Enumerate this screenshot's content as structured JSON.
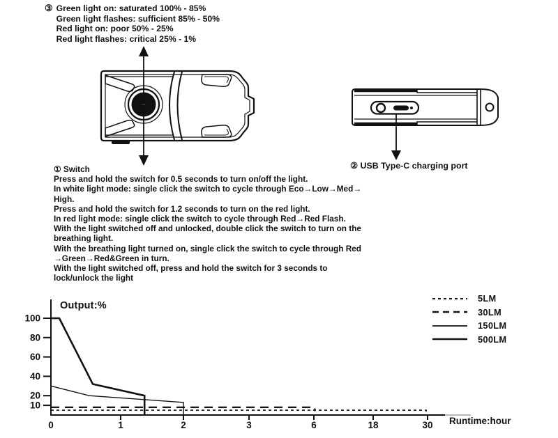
{
  "ink_color": "#111111",
  "background_color": "#ffffff",
  "battery_note": {
    "number": "③",
    "lines": [
      "Green light on: saturated 100% - 85%",
      "Green light flashes: sufficient 85% - 50%",
      "Red light on: poor 50% - 25%",
      "Red light flashes: critical 25% - 1%"
    ]
  },
  "switch_note": {
    "lines": [
      "① Switch",
      "Press and hold the switch for 0.5 seconds to turn on/off the light.",
      "In white light mode: single click the switch to cycle through Eco→Low→Med→",
      "High.",
      "Press and hold the switch for 1.2 seconds to turn on the red light.",
      "In red light mode: single click the switch to cycle through Red→Red Flash.",
      "With the light switched off and unlocked, double click the switch to turn on the",
      "breathing light.",
      "With the breathing light turned on, single click the switch to cycle through Red",
      "→Green→Red&Green in turn.",
      "With the light switched off, press and hold the switch for 3 seconds to",
      "lock/unlock the light"
    ]
  },
  "usb_label": "② USB Type-C charging port",
  "chart_data": {
    "type": "line",
    "title": "",
    "ylabel": "Output:%",
    "xlabel": "Runtime:hour",
    "x_ticks": [
      0,
      1,
      2,
      3,
      6,
      18,
      30
    ],
    "y_ticks": [
      10,
      20,
      40,
      60,
      80,
      100
    ],
    "ylim": [
      0,
      105
    ],
    "xscale": "piecewise-equal-spacing",
    "grid": false,
    "legend_position": "top-right",
    "series": [
      {
        "name": "5LM",
        "style": "dashed-short",
        "points": [
          [
            0,
            5
          ],
          [
            29.7,
            5
          ],
          [
            29.7,
            2
          ]
        ]
      },
      {
        "name": "30LM",
        "style": "dashed-long",
        "points": [
          [
            0,
            8
          ],
          [
            6.2,
            8
          ],
          [
            6.2,
            4
          ]
        ]
      },
      {
        "name": "150LM",
        "style": "solid-thin",
        "points": [
          [
            0,
            30
          ],
          [
            0.55,
            20
          ],
          [
            2,
            13
          ],
          [
            2,
            0
          ]
        ]
      },
      {
        "name": "500LM",
        "style": "solid-thick",
        "points": [
          [
            0,
            100
          ],
          [
            0.12,
            100
          ],
          [
            0.6,
            32
          ],
          [
            1.38,
            20
          ],
          [
            1.38,
            0
          ]
        ]
      }
    ]
  }
}
